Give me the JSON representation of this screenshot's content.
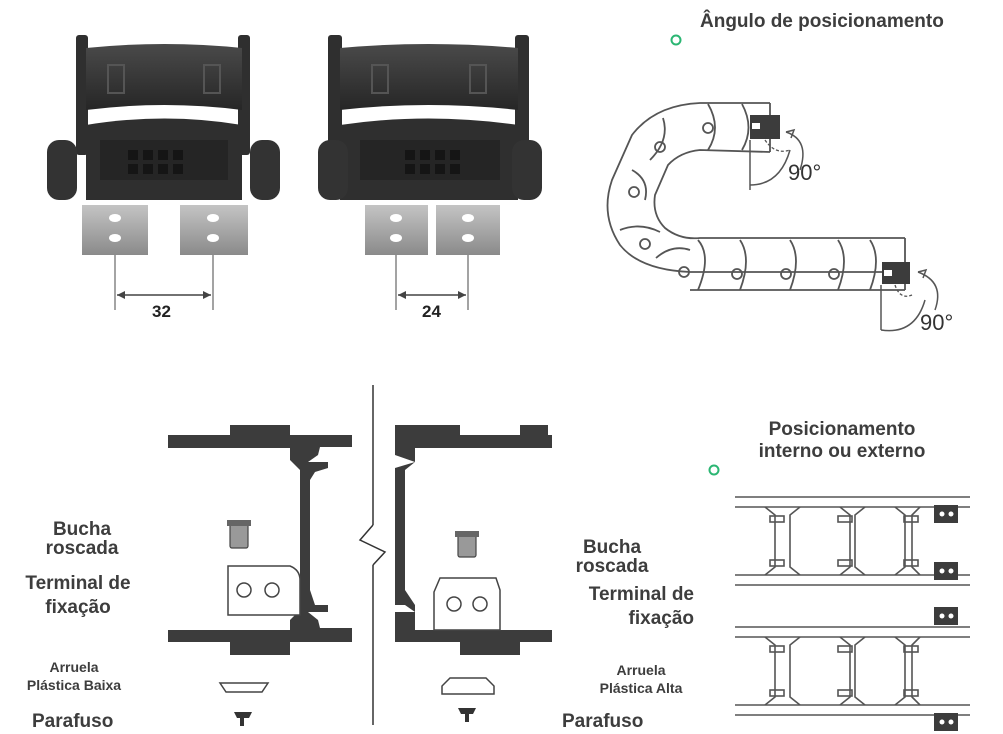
{
  "dimensions": {
    "left_value": "32",
    "right_value": "24"
  },
  "angle_section": {
    "title": "Ângulo de posicionamento",
    "angle_top": "90°",
    "angle_bottom": "90°"
  },
  "position_section": {
    "title_line1": "Posicionamento",
    "title_line2": "interno ou externo"
  },
  "left_labels": {
    "bucha_1": "Bucha",
    "bucha_2": "roscada",
    "terminal_1": "Terminal de",
    "terminal_2": "fixação",
    "arruela_1": "Arruela",
    "arruela_2": "Plástica Baixa",
    "parafuso": "Parafuso"
  },
  "right_labels": {
    "bucha_1": "Bucha",
    "bucha_2": "roscada",
    "terminal_1": "Terminal de",
    "terminal_2": "fixação",
    "arruela_1": "Arruela",
    "arruela_2": "Plástica Alta",
    "parafuso": "Parafuso"
  },
  "colors": {
    "accent_green": "#2bb673",
    "part_dark": "#3c3c3c",
    "metal": "#a9a9a9",
    "line": "#555555"
  }
}
